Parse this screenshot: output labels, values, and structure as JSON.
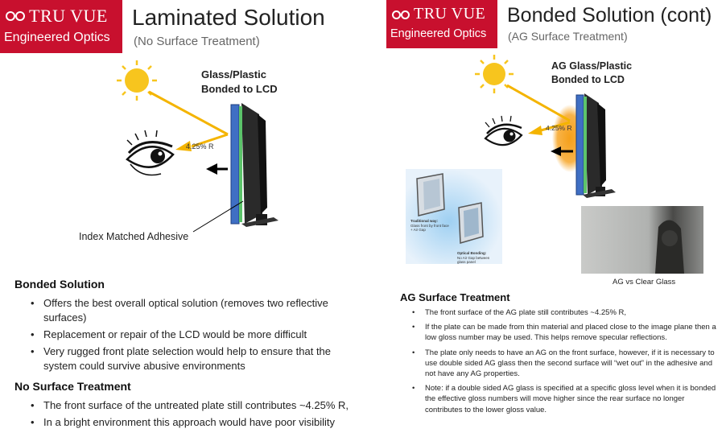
{
  "left": {
    "logo": {
      "top": "TRU VUE",
      "bottom": "Engineered Optics"
    },
    "title": "Laminated Solution",
    "subtitle": "(No Surface Treatment)",
    "diagram": {
      "label_glass_line1": "Glass/Plastic",
      "label_glass_line2": "Bonded to LCD",
      "reflection_label": "4.25% R",
      "adhesive_label": "Index Matched Adhesive"
    },
    "section1": {
      "heading": "Bonded Solution",
      "bullets": [
        "Offers the best overall optical solution (removes two reflective surfaces)",
        "Replacement or repair of the LCD would be more difficult",
        "Very rugged front plate selection would help to ensure that the system could survive abusive environments"
      ]
    },
    "section2": {
      "heading": "No Surface Treatment",
      "bullets": [
        "The front surface of the untreated plate still contributes ~4.25% R,",
        "In a bright environment this approach would have poor visibility"
      ]
    }
  },
  "right": {
    "logo": {
      "top": "TRU VUE",
      "bottom": "Engineered Optics"
    },
    "title": "Bonded Solution (cont)",
    "subtitle": "(AG Surface Treatment)",
    "diagram": {
      "label_glass_line1": "AG Glass/Plastic",
      "label_glass_line2": "Bonded to LCD",
      "reflection_label": "4.25% R",
      "inset_label1_line1": "Traditional way:",
      "inset_label1_line2": "Glass front by front face",
      "inset_label1_line3": "+ Air Gap",
      "inset_label2_line1": "Optical Bonding:",
      "inset_label2_line2": "No Air Gap between",
      "inset_label2_line3": "glass panel"
    },
    "photo_caption": "AG vs Clear Glass",
    "section": {
      "heading": "AG Surface Treatment",
      "bullets": [
        "The front surface of the AG plate still contributes ~4.25% R,",
        "If the plate can be made from thin material and placed close to the image plane then a low gloss number may be used. This helps remove specular reflections.",
        "The plate only needs to have an AG on the front surface, however, if it is necessary to use double sided AG glass then the second surface will “wet out” in the adhesive and not have any AG properties.",
        "Note: if a double sided AG glass is specified at a specific gloss level when it is bonded the effective gloss numbers will move higher since the rear surface no longer contributes to the lower gloss value."
      ]
    }
  },
  "colors": {
    "brand_red": "#c8102e",
    "glass_blue": "#3f6fc4",
    "adhesive_green": "#5cc46a",
    "sun_yellow": "#f7c51e",
    "ray_yellow": "#f4b400",
    "ag_glow_orange": "#f6a01a"
  }
}
